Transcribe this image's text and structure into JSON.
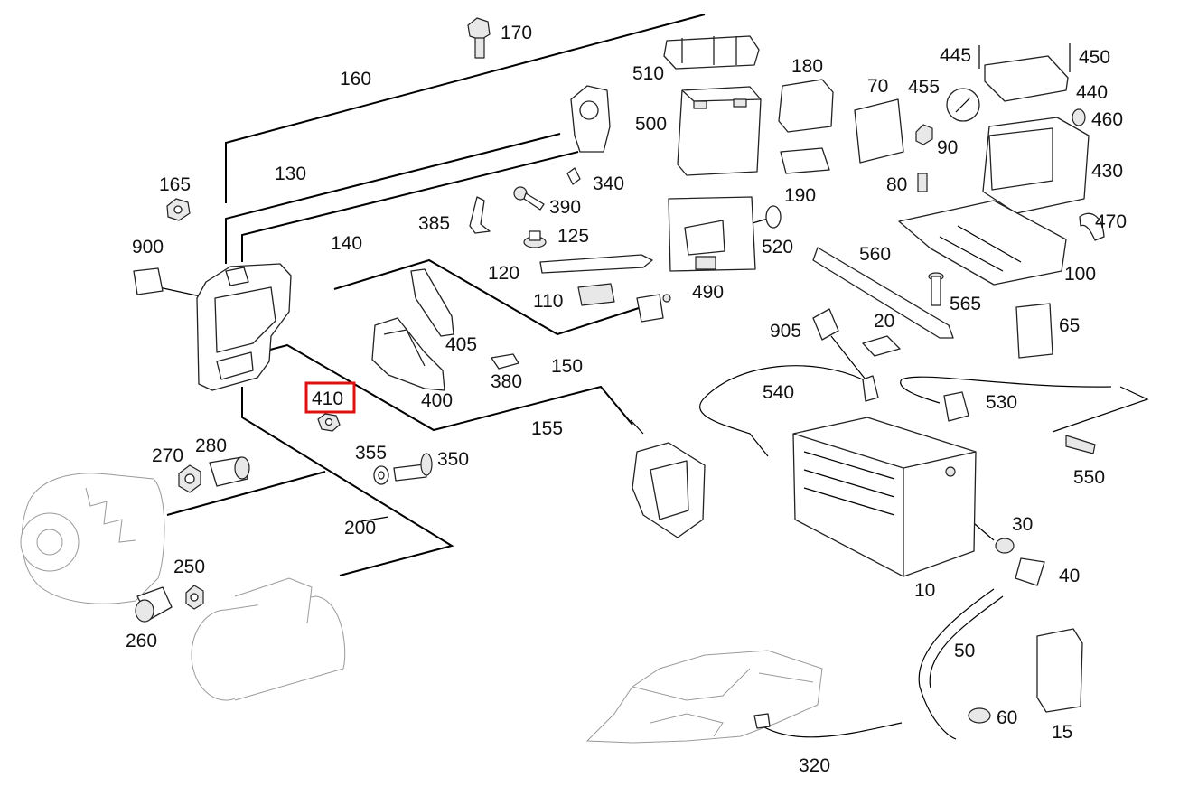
{
  "highlight": {
    "label": "410",
    "color": "#e01010"
  },
  "callouts": [
    {
      "key": "170",
      "text": "170"
    },
    {
      "key": "160",
      "text": "160"
    },
    {
      "key": "130",
      "text": "130"
    },
    {
      "key": "140",
      "text": "140"
    },
    {
      "key": "165",
      "text": "165"
    },
    {
      "key": "900",
      "text": "900"
    },
    {
      "key": "510",
      "text": "510"
    },
    {
      "key": "500",
      "text": "500"
    },
    {
      "key": "340",
      "text": "340"
    },
    {
      "key": "390",
      "text": "390"
    },
    {
      "key": "385",
      "text": "385"
    },
    {
      "key": "125",
      "text": "125"
    },
    {
      "key": "120",
      "text": "120"
    },
    {
      "key": "110",
      "text": "110"
    },
    {
      "key": "405",
      "text": "405"
    },
    {
      "key": "150",
      "text": "150"
    },
    {
      "key": "380",
      "text": "380"
    },
    {
      "key": "400",
      "text": "400"
    },
    {
      "key": "410",
      "text": "410"
    },
    {
      "key": "155",
      "text": "155"
    },
    {
      "key": "355",
      "text": "355"
    },
    {
      "key": "350",
      "text": "350"
    },
    {
      "key": "270",
      "text": "270"
    },
    {
      "key": "280",
      "text": "280"
    },
    {
      "key": "200",
      "text": "200"
    },
    {
      "key": "250",
      "text": "250"
    },
    {
      "key": "260",
      "text": "260"
    },
    {
      "key": "180",
      "text": "180"
    },
    {
      "key": "190",
      "text": "190"
    },
    {
      "key": "520",
      "text": "520"
    },
    {
      "key": "490",
      "text": "490"
    },
    {
      "key": "70",
      "text": "70"
    },
    {
      "key": "90",
      "text": "90"
    },
    {
      "key": "80",
      "text": "80"
    },
    {
      "key": "445",
      "text": "445"
    },
    {
      "key": "450",
      "text": "450"
    },
    {
      "key": "455",
      "text": "455"
    },
    {
      "key": "440",
      "text": "440"
    },
    {
      "key": "460",
      "text": "460"
    },
    {
      "key": "430",
      "text": "430"
    },
    {
      "key": "470",
      "text": "470"
    },
    {
      "key": "100",
      "text": "100"
    },
    {
      "key": "560",
      "text": "560"
    },
    {
      "key": "565",
      "text": "565"
    },
    {
      "key": "20",
      "text": "20"
    },
    {
      "key": "65",
      "text": "65"
    },
    {
      "key": "905",
      "text": "905"
    },
    {
      "key": "540",
      "text": "540"
    },
    {
      "key": "530",
      "text": "530"
    },
    {
      "key": "550",
      "text": "550"
    },
    {
      "key": "30",
      "text": "30"
    },
    {
      "key": "40",
      "text": "40"
    },
    {
      "key": "10",
      "text": "10"
    },
    {
      "key": "50",
      "text": "50"
    },
    {
      "key": "60",
      "text": "60"
    },
    {
      "key": "15",
      "text": "15"
    },
    {
      "key": "320",
      "text": "320"
    }
  ]
}
